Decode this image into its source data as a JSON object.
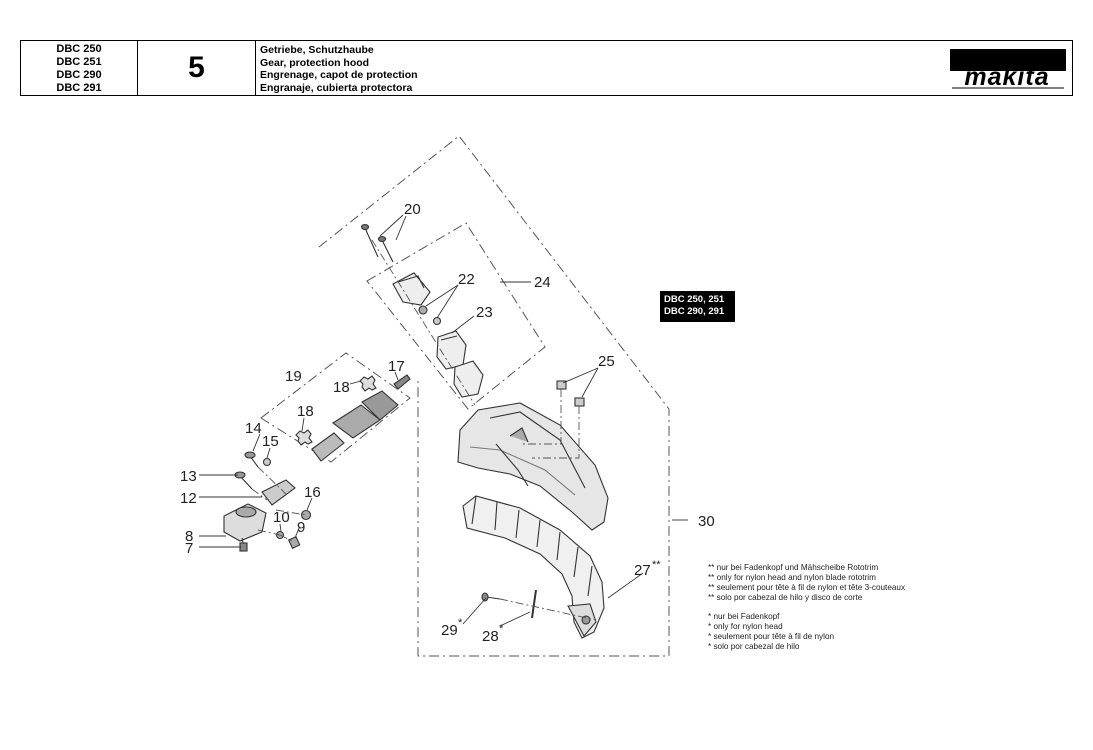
{
  "header": {
    "models": [
      "DBC 250",
      "DBC 251",
      "DBC 290",
      "DBC 291"
    ],
    "section": "5",
    "titles": [
      "Getriebe, Schutzhaube",
      "Gear, protection hood",
      "Engrenage, capot de protection",
      "Engranaje, cubierta protectora"
    ],
    "brand": "makita"
  },
  "model_badge": [
    "DBC 250, 251",
    "DBC 290, 291"
  ],
  "callouts": {
    "c7": "7",
    "c8": "8",
    "c9": "9",
    "c10": "10",
    "c12": "12",
    "c13": "13",
    "c14": "14",
    "c15": "15",
    "c16": "16",
    "c17": "17",
    "c18a": "18",
    "c18b": "18",
    "c19": "19",
    "c20": "20",
    "c22": "22",
    "c23": "23",
    "c24": "24",
    "c25": "25",
    "c27": "27",
    "c27s": "**",
    "c28": "28",
    "c28s": "*",
    "c29": "29",
    "c29s": "*",
    "c30": "30"
  },
  "notes": {
    "double": [
      "** nur bei Fadenkopf und Mähscheibe Rototrim",
      "** only for nylon head and nylon blade rototrim",
      "** seulement pour tête à fil de nylon et tête 3-couteaux",
      "** solo por cabezal de hilo y disco de corte"
    ],
    "single": [
      "* nur bei Fadenkopf",
      "* only for nylon head",
      "* seulement pour tête à fil de nylon",
      "* solo por cabezal de hilo"
    ]
  }
}
